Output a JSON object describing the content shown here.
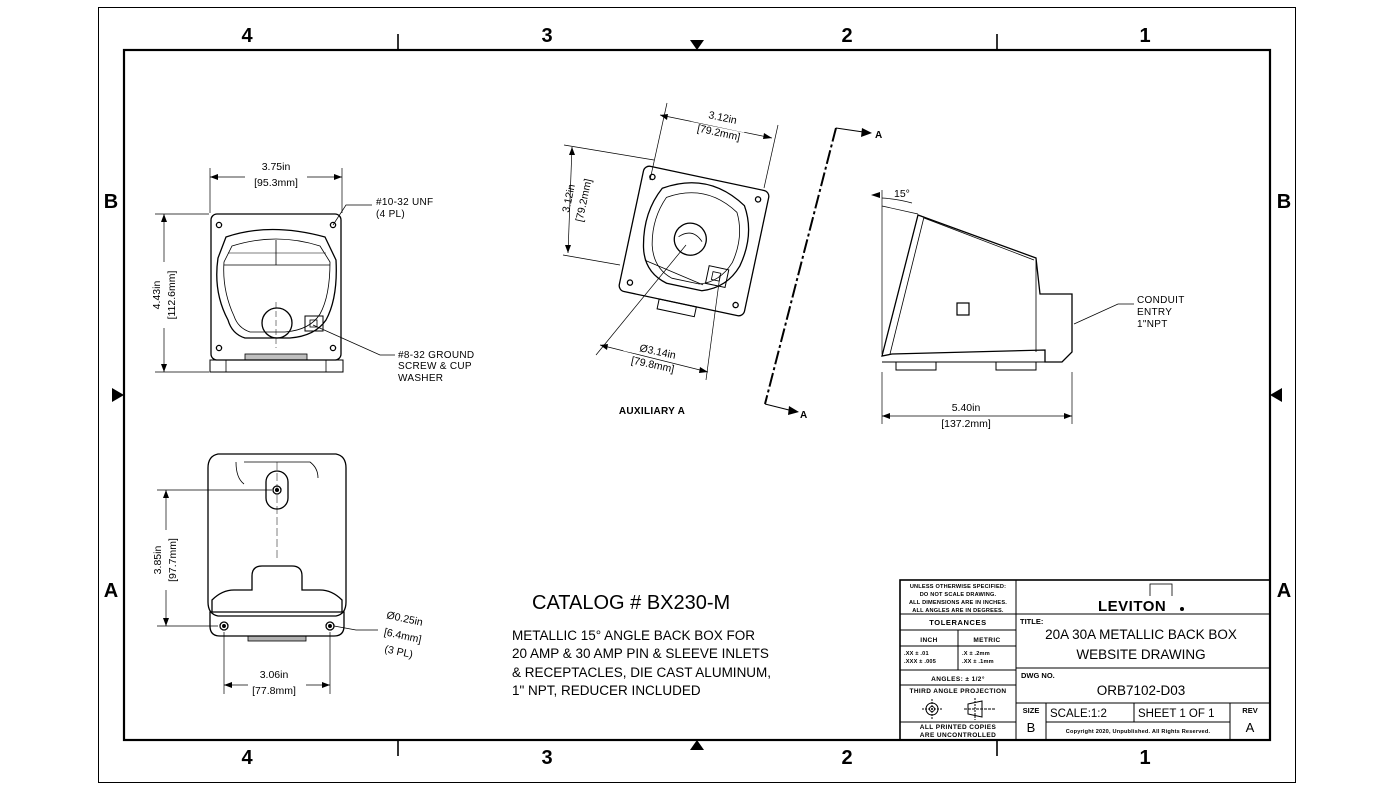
{
  "zones": {
    "top": [
      "4",
      "3",
      "2",
      "1"
    ],
    "bottom": [
      "4",
      "3",
      "2",
      "1"
    ],
    "left": [
      "B",
      "A"
    ],
    "right": [
      "B",
      "A"
    ]
  },
  "views": {
    "front": {
      "width_in": "3.75in",
      "width_mm": "[95.3mm]",
      "height_in": "4.43in",
      "height_mm": "[112.6mm]",
      "screw_note_1": "#10-32 UNF",
      "screw_note_2": "(4 PL)",
      "ground_note_1": "#8-32 GROUND",
      "ground_note_2": "SCREW & CUP",
      "ground_note_3": "WASHER"
    },
    "auxiliary": {
      "top_in": "3.12in",
      "top_mm": "[79.2mm]",
      "left_in": "3.12in",
      "left_mm": "[79.2mm]",
      "bottom_in": "Ø3.14in",
      "bottom_mm": "[79.8mm]",
      "label": "AUXILIARY A",
      "section_mark": "A"
    },
    "side": {
      "angle": "15°",
      "conduit_1": "CONDUIT",
      "conduit_2": "ENTRY",
      "conduit_3": "1\"NPT",
      "length_in": "5.40in",
      "length_mm": "[137.2mm]"
    },
    "bottom": {
      "height_in": "3.85in",
      "height_mm": "[97.7mm]",
      "hole_in": "Ø0.25in",
      "hole_mm": "[6.4mm]",
      "hole_pl": "(3 PL)",
      "width_in": "3.06in",
      "width_mm": "[77.8mm]"
    }
  },
  "catalog": {
    "number": "CATALOG # BX230-M",
    "desc_1": "METALLIC 15° ANGLE BACK BOX FOR",
    "desc_2": "20 AMP & 30 AMP PIN & SLEEVE INLETS",
    "desc_3": "& RECEPTACLES, DIE CAST ALUMINUM,",
    "desc_4": "1\" NPT, REDUCER INCLUDED"
  },
  "title_block": {
    "notes_1": "UNLESS OTHERWISE SPECIFIED:",
    "notes_2": "DO NOT SCALE DRAWING.",
    "notes_3": "ALL DIMENSIONS ARE IN INCHES.",
    "notes_4": "ALL ANGLES ARE IN DEGREES.",
    "tolerances": "TOLERANCES",
    "inch": "INCH",
    "metric": "METRIC",
    "inch_tol_1": ".XX ± .01",
    "inch_tol_2": ".XXX ± .005",
    "metric_tol_1": ".X ± .2mm",
    "metric_tol_2": ".XX ± .1mm",
    "angles": "ANGLES: ± 1/2°",
    "projection": "THIRD ANGLE PROJECTION",
    "uncontrolled_1": "ALL PRINTED COPIES",
    "uncontrolled_2": "ARE UNCONTROLLED",
    "logo": "LEVITON",
    "title_label": "TITLE:",
    "title_1": "20A 30A METALLIC BACK BOX",
    "title_2": "WEBSITE DRAWING",
    "dwg_label": "DWG NO.",
    "dwg_no": "ORB7102-D03",
    "size_label": "SIZE",
    "size": "B",
    "scale": "SCALE:1:2",
    "sheet": "SHEET 1 OF 1",
    "rev_label": "REV",
    "rev": "A",
    "copyright": "Copyright 2020, Unpublished. All Rights Reserved."
  }
}
